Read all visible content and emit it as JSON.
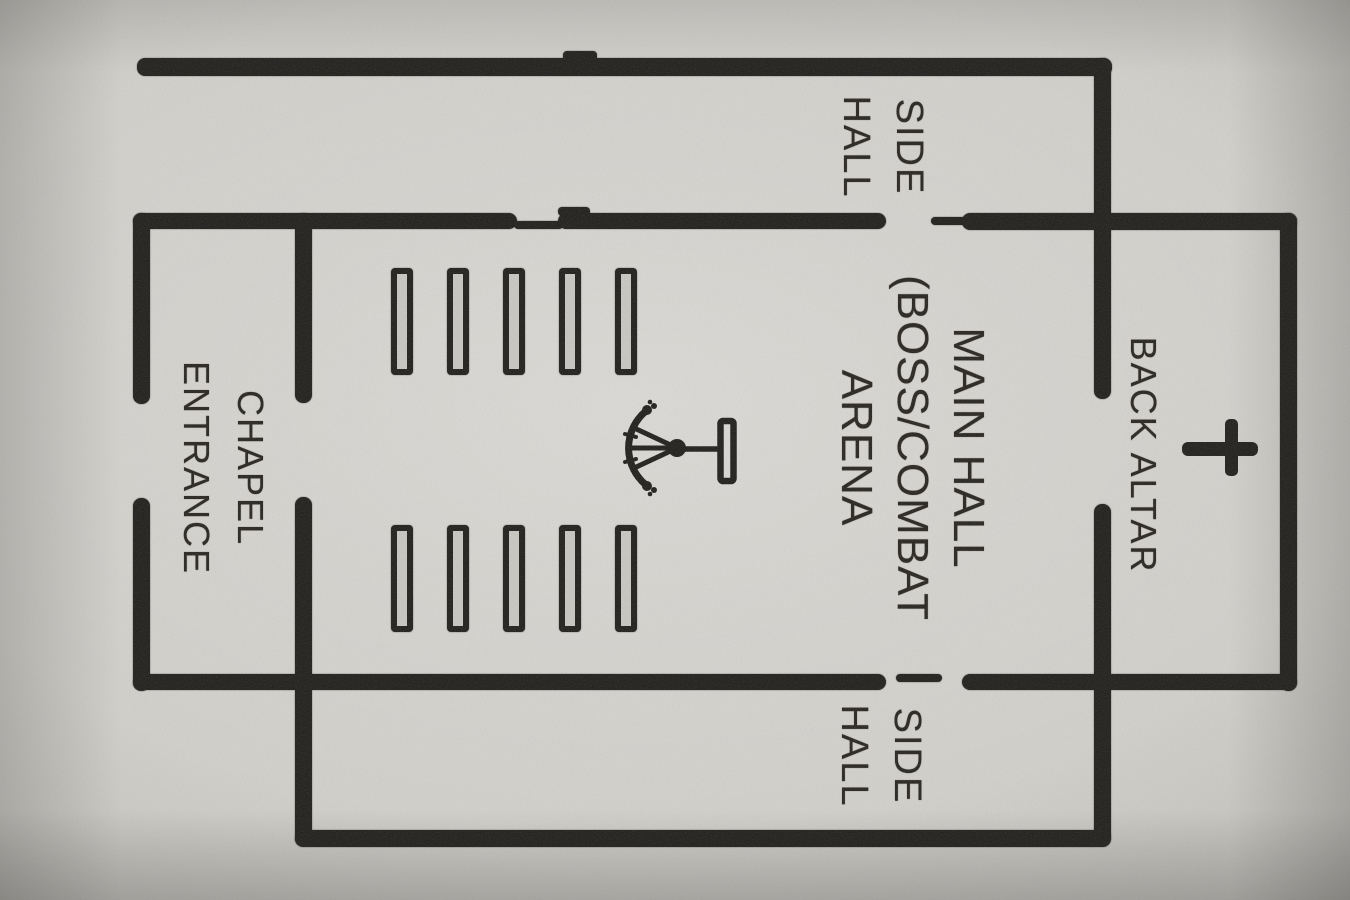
{
  "map": {
    "type": "chapel-floor-plan",
    "colors": {
      "background": "#d2d0cb",
      "wall": "#1e1c19",
      "text": "#25221d",
      "pew_fill": "#c8c6c1"
    },
    "rooms": {
      "side_hall_top": {
        "lines": [
          "SIDE",
          "HALL"
        ]
      },
      "main_hall": {
        "lines": [
          "MAIN HALL",
          "(BOSS/COMBAT",
          "ARENA"
        ]
      },
      "chapel_entrance": {
        "lines": [
          "CHAPEL",
          "ENTRANCE"
        ]
      },
      "back_altar": {
        "lines": [
          "BACK ALTAR"
        ]
      },
      "side_hall_bottom": {
        "lines": [
          "SIDE",
          "HALL"
        ]
      }
    },
    "icons": {
      "cross": "latin-cross",
      "lectern": "lectern-pulpit"
    },
    "furniture": {
      "pew_rows": 2,
      "pews_per_row": 5
    }
  }
}
